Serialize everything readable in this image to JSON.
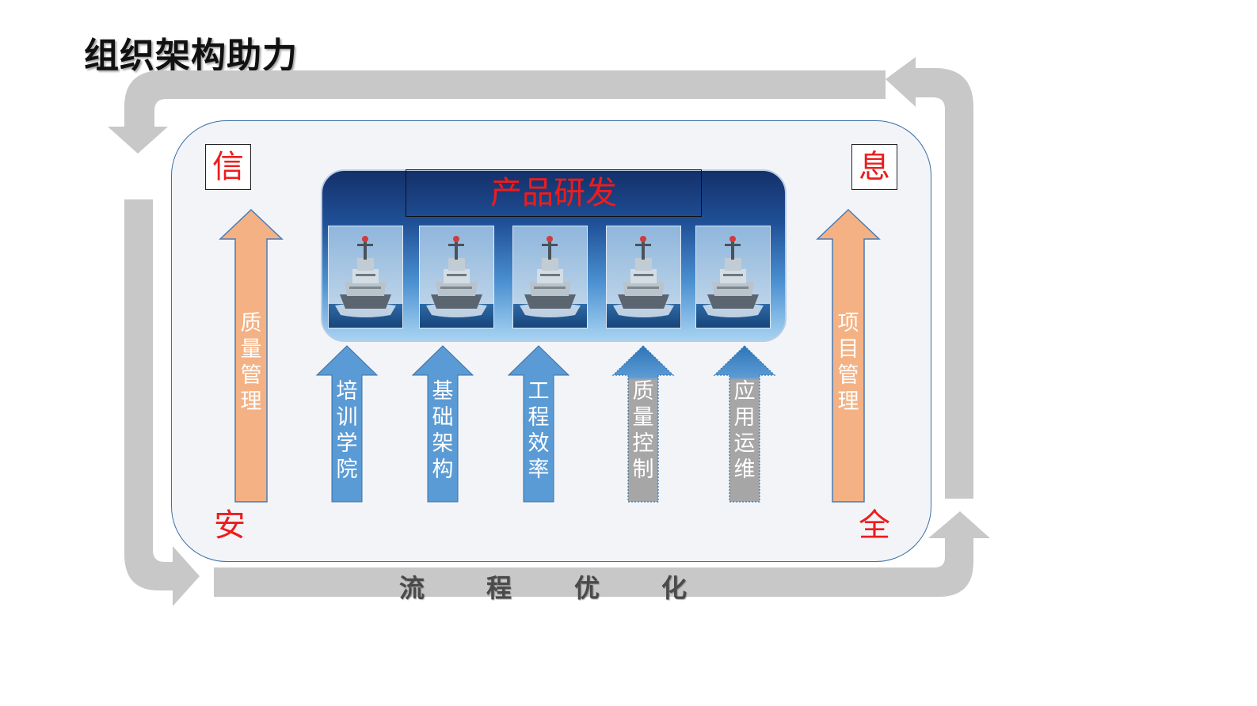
{
  "title": "组织架构助力",
  "corners": {
    "top_left": "信",
    "top_right": "息",
    "bottom_left": "安",
    "bottom_right": "全"
  },
  "product": {
    "title": "产品研发",
    "images": [
      "ship-1",
      "ship-2",
      "ship-3",
      "ship-4",
      "ship-5"
    ]
  },
  "side_arrows": {
    "left": "质量管理",
    "right": "项目管理"
  },
  "inner_arrows": [
    {
      "label": "培训学院",
      "style": "solid"
    },
    {
      "label": "基础架构",
      "style": "solid"
    },
    {
      "label": "工程效率",
      "style": "solid"
    },
    {
      "label": "质量控制",
      "style": "dashed"
    },
    {
      "label": "应用运维",
      "style": "dashed"
    }
  ],
  "flow": [
    "流",
    "程",
    "优",
    "化"
  ],
  "colors": {
    "accent_red": "#ee1c1c",
    "orange_arrow": "#f4b183",
    "blue_arrow": "#5b9bd5",
    "gray_arrow": "#a6a6a6",
    "cycle_gray": "#c8c8c8"
  }
}
